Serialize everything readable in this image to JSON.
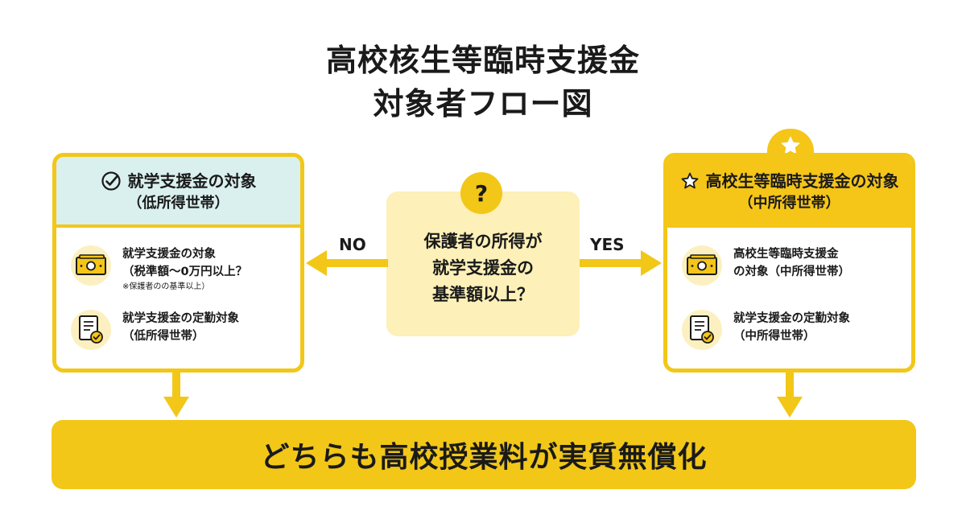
{
  "title": {
    "line1": "高校核生等臨時支援金",
    "line2": "対象者フロー図"
  },
  "left_panel": {
    "head_line1": "就学支援金の対象",
    "head_line2": "（低所得世帯）",
    "row1_line1": "就学支援金の対象",
    "row1_line2": "（税準額～0万円以上？",
    "row1_note": "※保護者のの基準以上）",
    "row2_line1": "就学支援金の定勤対象",
    "row2_line2": "（低所得世帯）"
  },
  "right_panel": {
    "head_line1": "高校生等臨時支援金の対象",
    "head_line2": "（中所得世帯）",
    "row1_line1": "高校生等臨時支援金",
    "row1_line2": "の対象（中所得世帯）",
    "row2_line1": "就学支援金の定勤対象",
    "row2_line2": "（中所得世帯）"
  },
  "decision": {
    "badge": "?",
    "line1": "保護者の所得が",
    "line2": "就学支援金の",
    "line3": "基準額以上？"
  },
  "arrows": {
    "no_label": "NO",
    "yes_label": "YES"
  },
  "result": {
    "text": "どちらも高校授業料が実質無償化"
  },
  "colors": {
    "accent": "#f2c718",
    "left_head_bg": "#d9f0ee",
    "decision_bg": "#fdf0b8",
    "icon_bg": "#fdf0c0"
  },
  "icons": [
    "check-circle-icon",
    "star-icon",
    "banknote-icon",
    "document-check-icon",
    "question-icon"
  ]
}
